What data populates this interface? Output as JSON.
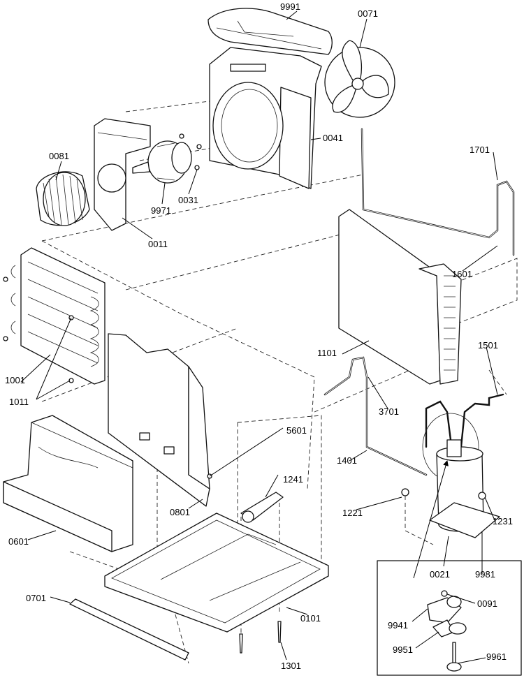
{
  "labels": {
    "l9991": "9991",
    "l0071": "0071",
    "l0041": "0041",
    "l0081": "0081",
    "l9971": "9971",
    "l0031": "0031",
    "l0011": "0011",
    "l1701": "1701",
    "l1601": "1601",
    "l1101": "1101",
    "l1501": "1501",
    "l3701": "3701",
    "l1001": "1001",
    "l1011": "1011",
    "l5601": "5601",
    "l1241": "1241",
    "l1401": "1401",
    "l1221": "1221",
    "l1231": "1231",
    "l0801": "0801",
    "l0601": "0601",
    "l0021": "0021",
    "l9981": "9981",
    "l0701": "0701",
    "l0101": "0101",
    "l0091": "0091",
    "l9941": "9941",
    "l9951": "9951",
    "l9961": "9961",
    "l1301": "1301"
  }
}
